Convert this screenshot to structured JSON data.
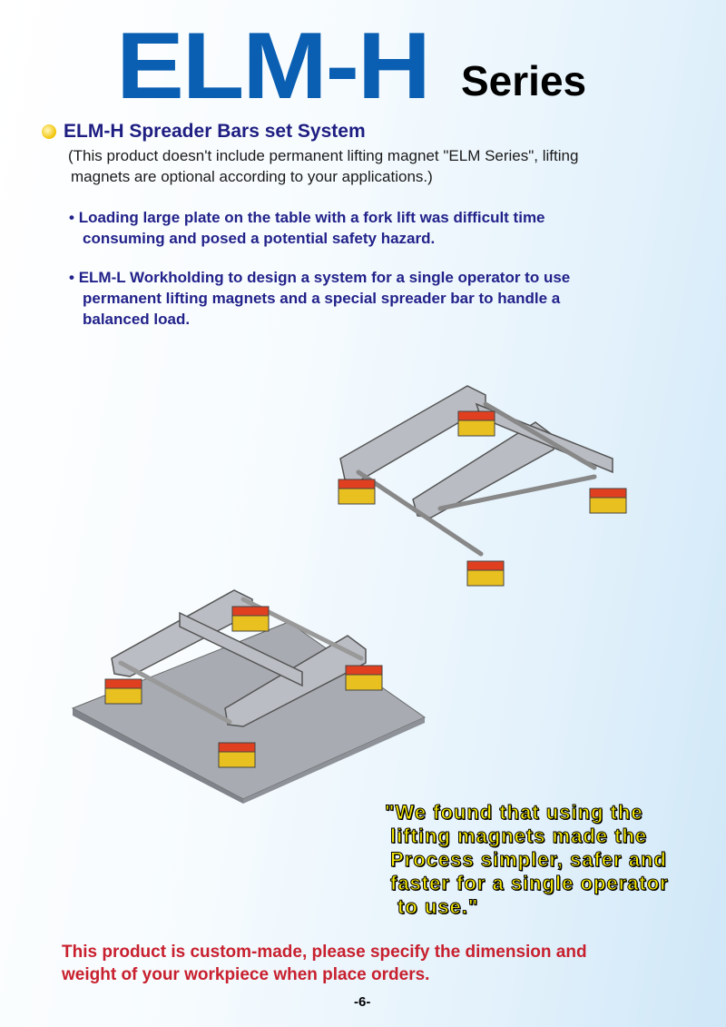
{
  "title": {
    "main": "ELM-H",
    "suffix": "Series"
  },
  "section": {
    "heading": "ELM-H Spreader Bars set System",
    "note_lines": [
      "(This product doesn't include permanent lifting magnet \"ELM Series\", lifting",
      "magnets  are optional according to your applications.)"
    ]
  },
  "bullets": [
    {
      "lines": [
        "Loading large plate on the  table with a fork lift  was difficult time",
        "consuming and posed a potential  safety hazard."
      ]
    },
    {
      "lines": [
        "ELM-L Workholding to design a system for a single operator to use",
        "permanent lifting magnets and a special spreader bar to handle a",
        "balanced load."
      ]
    }
  ],
  "quote_lines": [
    "\"We found that using the",
    "lifting magnets made the",
    "Process simpler, safer and",
    "faster for a single operator",
    "to use.\""
  ],
  "custom_note": [
    "This product is custom-made, please specify the dimension and",
    "weight of your workpiece when place orders."
  ],
  "page_number": "-6-",
  "colors": {
    "title": "#0a5fb2",
    "heading": "#1e1e82",
    "note": "#c8202e",
    "quote": "#f5e800"
  }
}
